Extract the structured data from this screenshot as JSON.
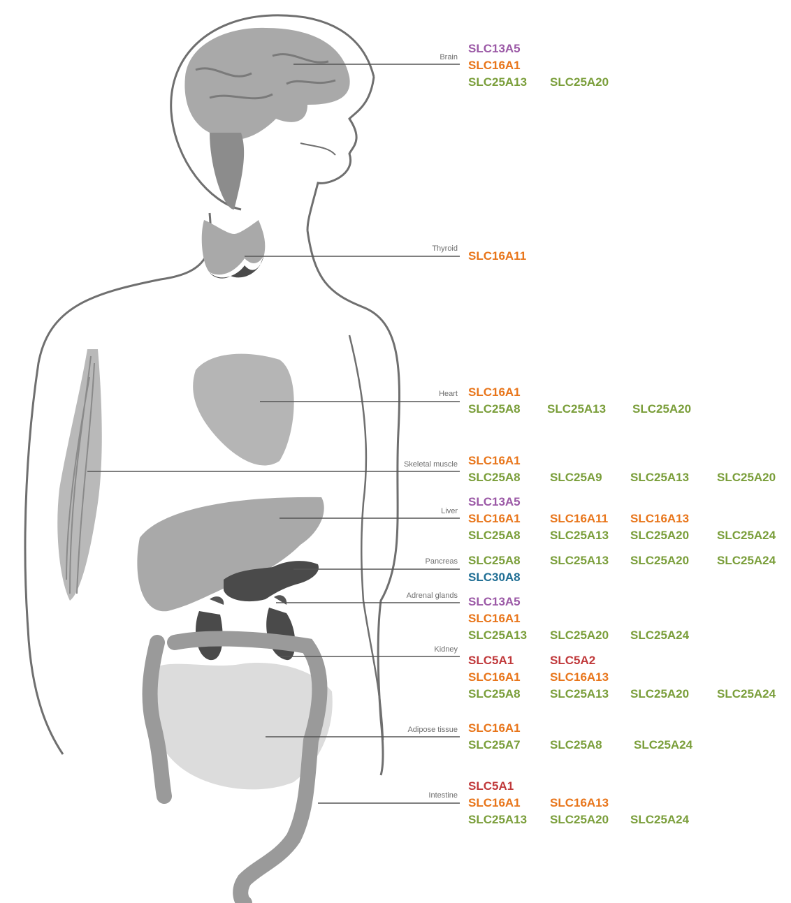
{
  "colors": {
    "SLC13": "#9b59a6",
    "SLC16": "#e8751a",
    "SLC25": "#7a9e3a",
    "SLC30": "#1f6e94",
    "SLC5": "#c0393b",
    "leader_line": "#555555",
    "organ_fill": "#a9a9a9",
    "organ_dark": "#4a4a4a",
    "body_outline": "#6f6f6f"
  },
  "organs": [
    {
      "id": "brain",
      "label": "Brain",
      "genes": [
        [
          "SLC13A5"
        ],
        [
          "SLC16A1"
        ],
        [
          "SLC25A13",
          "SLC25A20"
        ]
      ]
    },
    {
      "id": "thyroid",
      "label": "Thyroid",
      "genes": [
        [
          "SLC16A11"
        ]
      ]
    },
    {
      "id": "heart",
      "label": "Heart",
      "genes": [
        [
          "SLC16A1"
        ],
        [
          "SLC25A8",
          "SLC25A13",
          "SLC25A20"
        ]
      ]
    },
    {
      "id": "skeletal-muscle",
      "label": "Skeletal muscle",
      "genes": [
        [
          "SLC16A1"
        ],
        [
          "SLC25A8",
          "SLC25A9",
          "SLC25A13",
          "SLC25A20"
        ]
      ]
    },
    {
      "id": "liver",
      "label": "Liver",
      "genes": [
        [
          "SLC13A5"
        ],
        [
          "SLC16A1",
          "SLC16A11",
          "SLC16A13"
        ],
        [
          "SLC25A8",
          "SLC25A13",
          "SLC25A20",
          "SLC25A24"
        ]
      ]
    },
    {
      "id": "pancreas",
      "label": "Pancreas",
      "genes": [
        [
          "SLC25A8",
          "SLC25A13",
          "SLC25A20",
          "SLC25A24"
        ],
        [
          "SLC30A8"
        ]
      ]
    },
    {
      "id": "adrenal-glands",
      "label": "Adrenal glands",
      "genes": [
        [
          "SLC13A5"
        ],
        [
          "SLC16A1"
        ],
        [
          "SLC25A13",
          "SLC25A20",
          "SLC25A24"
        ]
      ]
    },
    {
      "id": "kidney",
      "label": "Kidney",
      "genes": [
        [
          "SLC5A1",
          "SLC5A2"
        ],
        [
          "SLC16A1",
          "SLC16A13"
        ],
        [
          "SLC25A8",
          "SLC25A13",
          "SLC25A20",
          "SLC25A24"
        ]
      ]
    },
    {
      "id": "adipose-tissue",
      "label": "Adipose tissue",
      "genes": [
        [
          "SLC16A1"
        ],
        [
          "SLC25A7",
          "SLC25A8",
          "SLC25A24"
        ]
      ]
    },
    {
      "id": "intestine",
      "label": "Intestine",
      "genes": [
        [
          "SLC5A1"
        ],
        [
          "SLC16A1",
          "SLC16A13"
        ],
        [
          "SLC25A13",
          "SLC25A20",
          "SLC25A24"
        ]
      ]
    }
  ]
}
